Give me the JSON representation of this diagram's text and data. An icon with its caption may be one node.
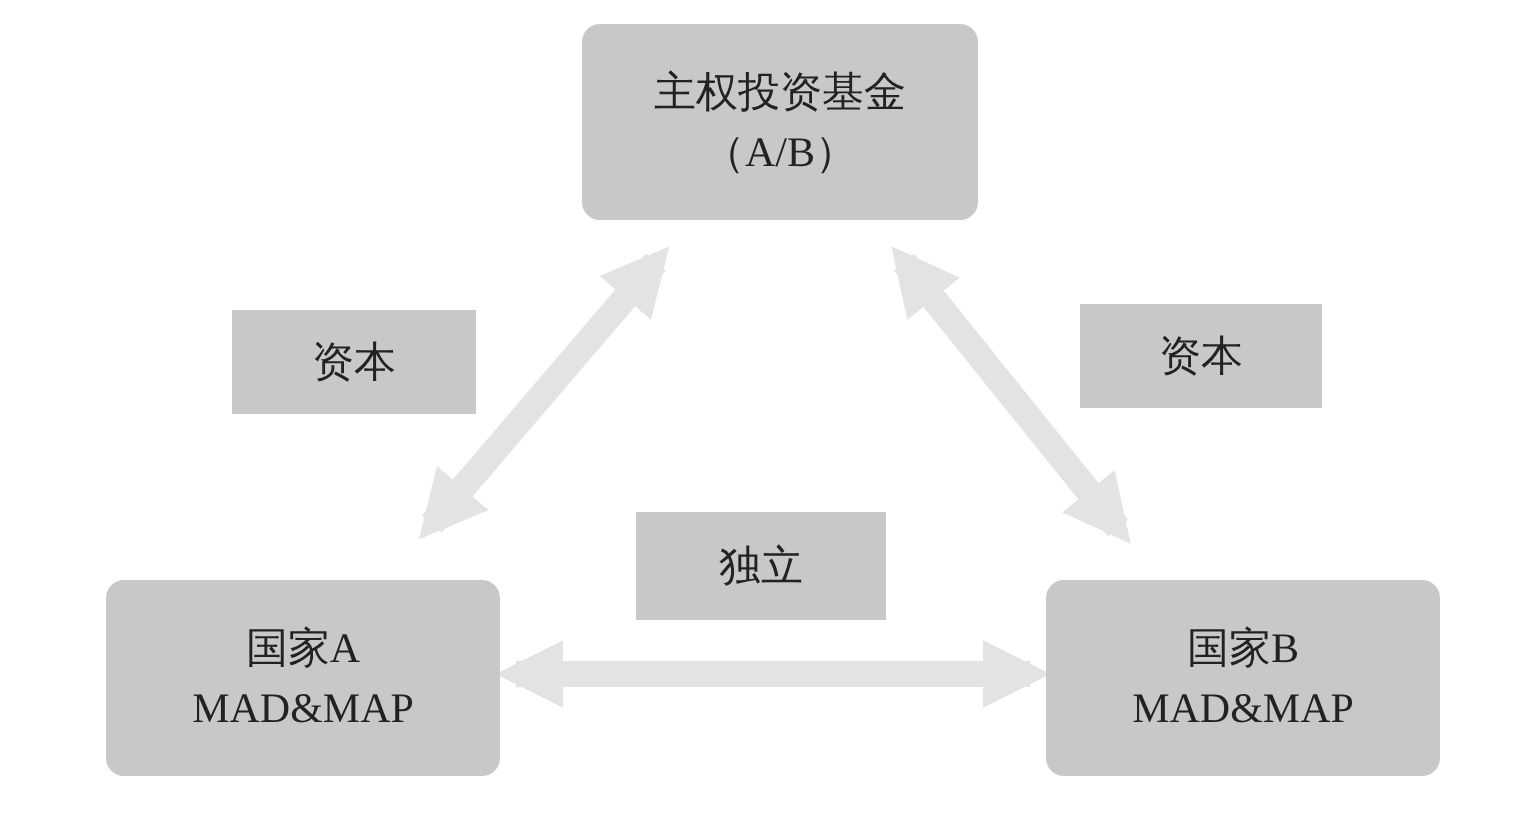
{
  "diagram": {
    "nodes": [
      {
        "text": [
          "主权投资基金（A/B）"
        ]
      },
      {
        "text": [
          "国家A",
          "MAD&MAP"
        ]
      },
      {
        "text": [
          "国家B",
          "MAD&MAP"
        ]
      }
    ],
    "edges": [
      {
        "from": 0,
        "to": 1,
        "arrow": "both",
        "label": "资本"
      },
      {
        "from": 0,
        "to": 2,
        "arrow": "both",
        "label": "资本"
      },
      {
        "from": 1,
        "to": 2,
        "arrow": "both",
        "label": "独立"
      }
    ]
  }
}
